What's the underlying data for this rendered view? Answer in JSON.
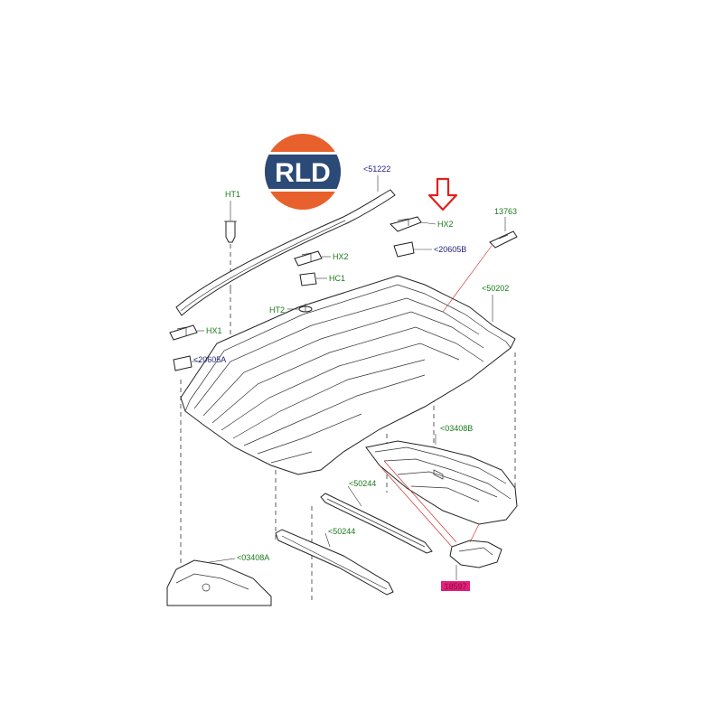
{
  "logo": {
    "text": "RLD",
    "colors": {
      "top": "#e8602c",
      "bottom": "#e8602c",
      "band": "#2b4a78"
    }
  },
  "callouts": {
    "c51222": "<51222",
    "cHT1": "HT1",
    "cHX2_top": "HX2",
    "c13763": "13763",
    "c20605B": "<20605B",
    "cHX2_mid": "HX2",
    "cHC1": "HC1",
    "cHT2": "HT2",
    "c50202": "<50202",
    "cHX1": "HX1",
    "c20605A": "<20605A",
    "c03408B": "<03408B",
    "c50244_a": "<50244",
    "c50244_b": "<50244",
    "c03408A": "<03408A",
    "c_highlight": "18597"
  },
  "colors": {
    "label_green": "#1a7a1a",
    "label_navy": "#22227a",
    "arrow_red": "#e02020",
    "highlight": "#e0207a"
  }
}
